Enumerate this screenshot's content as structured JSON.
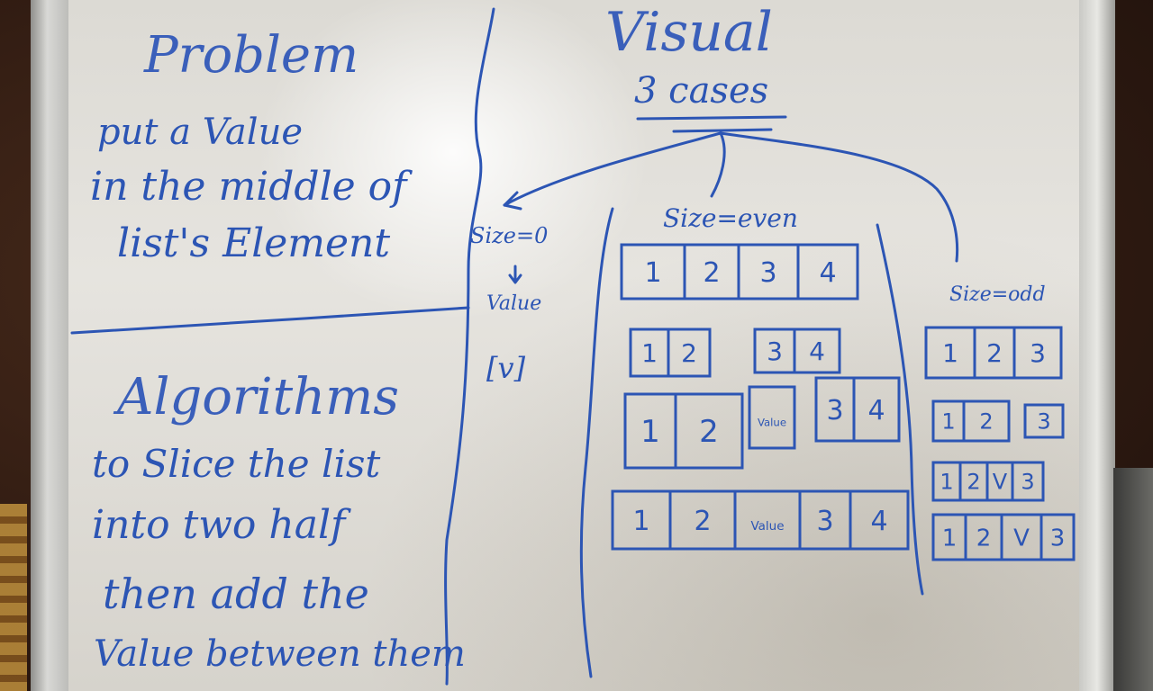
{
  "problem": {
    "title": "Problem",
    "lines": [
      "put a Value",
      "in the middle of",
      "list's Element"
    ]
  },
  "algorithm": {
    "title": "Algorithms",
    "lines": [
      "to Slice the list",
      "into two half",
      "then add the",
      "Value between them"
    ]
  },
  "visual": {
    "title": "Visual",
    "subtitle": "3 cases",
    "case_zero": {
      "label": "Size=0",
      "value_label": "Value",
      "result": "[v]"
    },
    "case_even": {
      "label": "Size=even",
      "rows": [
        [
          "1",
          "2",
          "3",
          "4"
        ],
        [
          "1",
          "2",
          "3",
          "4"
        ],
        [
          "1",
          "2",
          "Value",
          "3",
          "4"
        ],
        [
          "1",
          "2",
          "Value",
          "3",
          "4"
        ]
      ]
    },
    "case_odd": {
      "label": "Size=odd",
      "rows": [
        [
          "1",
          "2",
          "3"
        ],
        [
          "1",
          "2",
          "3"
        ],
        [
          "1",
          "2",
          "V",
          "3"
        ],
        [
          "1",
          "2",
          "V",
          "3"
        ]
      ]
    }
  },
  "colors": {
    "marker": "#2c55b4",
    "board": "#e2e0da",
    "frame": "#c8c8c4",
    "wall": "#2b1810"
  }
}
